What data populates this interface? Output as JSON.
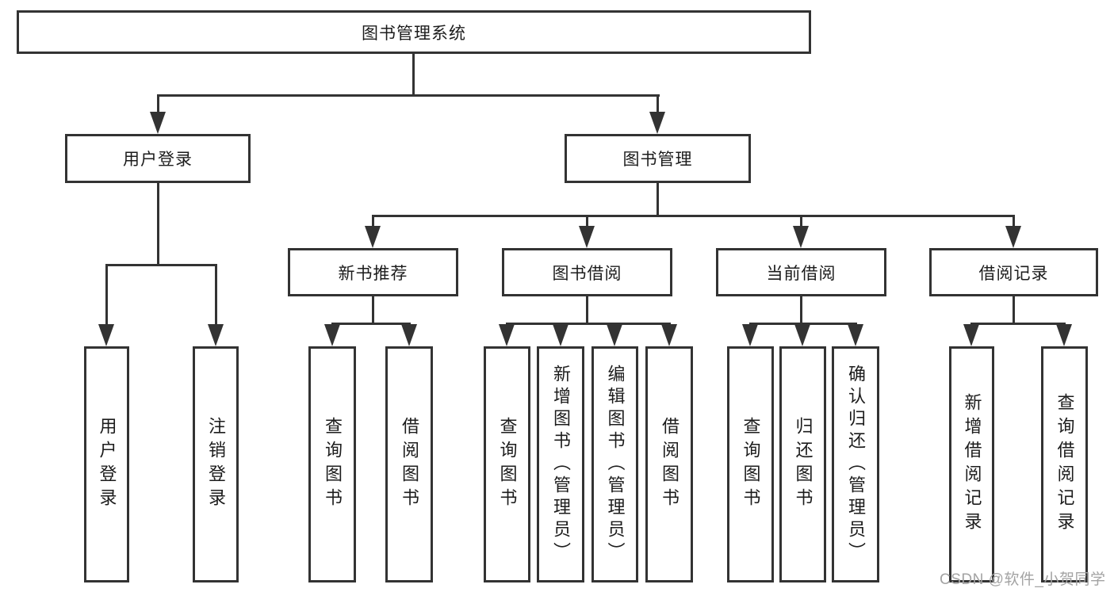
{
  "diagram": {
    "title": "图书管理系统",
    "watermark": "CSDN @软件_小贺同学",
    "colors": {
      "line": "#333333",
      "border": "#333333",
      "text": "#1c1c1c",
      "watermark": "#a3a3a3",
      "background": "#ffffff"
    }
  },
  "nodes": [
    {
      "id": "root",
      "label": "图书管理系统",
      "level": 1
    },
    {
      "id": "user-login",
      "label": "用户登录",
      "level": 2
    },
    {
      "id": "book-management",
      "label": "图书管理",
      "level": 2
    },
    {
      "id": "new-book-recommend",
      "label": "新书推荐",
      "level": 3
    },
    {
      "id": "book-borrow",
      "label": "图书借阅",
      "level": 3
    },
    {
      "id": "current-borrow",
      "label": "当前借阅",
      "level": 3
    },
    {
      "id": "borrow-records",
      "label": "借阅记录",
      "level": 3
    },
    {
      "id": "leaf-user-login",
      "label": "用户登录",
      "level": 4
    },
    {
      "id": "leaf-logout",
      "label": "注销登录",
      "level": 4
    },
    {
      "id": "leaf-query-books-a",
      "label": "查询图书",
      "level": 4
    },
    {
      "id": "leaf-borrow-books-a",
      "label": "借阅图书",
      "level": 4
    },
    {
      "id": "leaf-query-books-b",
      "label": "查询图书",
      "level": 4
    },
    {
      "id": "leaf-add-books-admin",
      "label": "新增图书（管理员）",
      "level": 4
    },
    {
      "id": "leaf-edit-books-admin",
      "label": "编辑图书（管理员）",
      "level": 4
    },
    {
      "id": "leaf-borrow-books-b",
      "label": "借阅图书",
      "level": 4
    },
    {
      "id": "leaf-query-books-c",
      "label": "查询图书",
      "level": 4
    },
    {
      "id": "leaf-return-books",
      "label": "归还图书",
      "level": 4
    },
    {
      "id": "leaf-confirm-return-admin",
      "label": "确认归还（管理员）",
      "level": 4
    },
    {
      "id": "leaf-add-borrow-record",
      "label": "新增借阅记录",
      "level": 4
    },
    {
      "id": "leaf-query-borrow-record",
      "label": "查询借阅记录",
      "level": 4
    }
  ],
  "hierarchy": {
    "图书管理系统": {
      "用户登录": [
        "用户登录",
        "注销登录"
      ],
      "图书管理": {
        "新书推荐": [
          "查询图书",
          "借阅图书"
        ],
        "图书借阅": [
          "查询图书",
          "新增图书（管理员）",
          "编辑图书（管理员）",
          "借阅图书"
        ],
        "当前借阅": [
          "查询图书",
          "归还图书",
          "确认归还（管理员）"
        ],
        "借阅记录": [
          "新增借阅记录",
          "查询借阅记录"
        ]
      }
    }
  }
}
